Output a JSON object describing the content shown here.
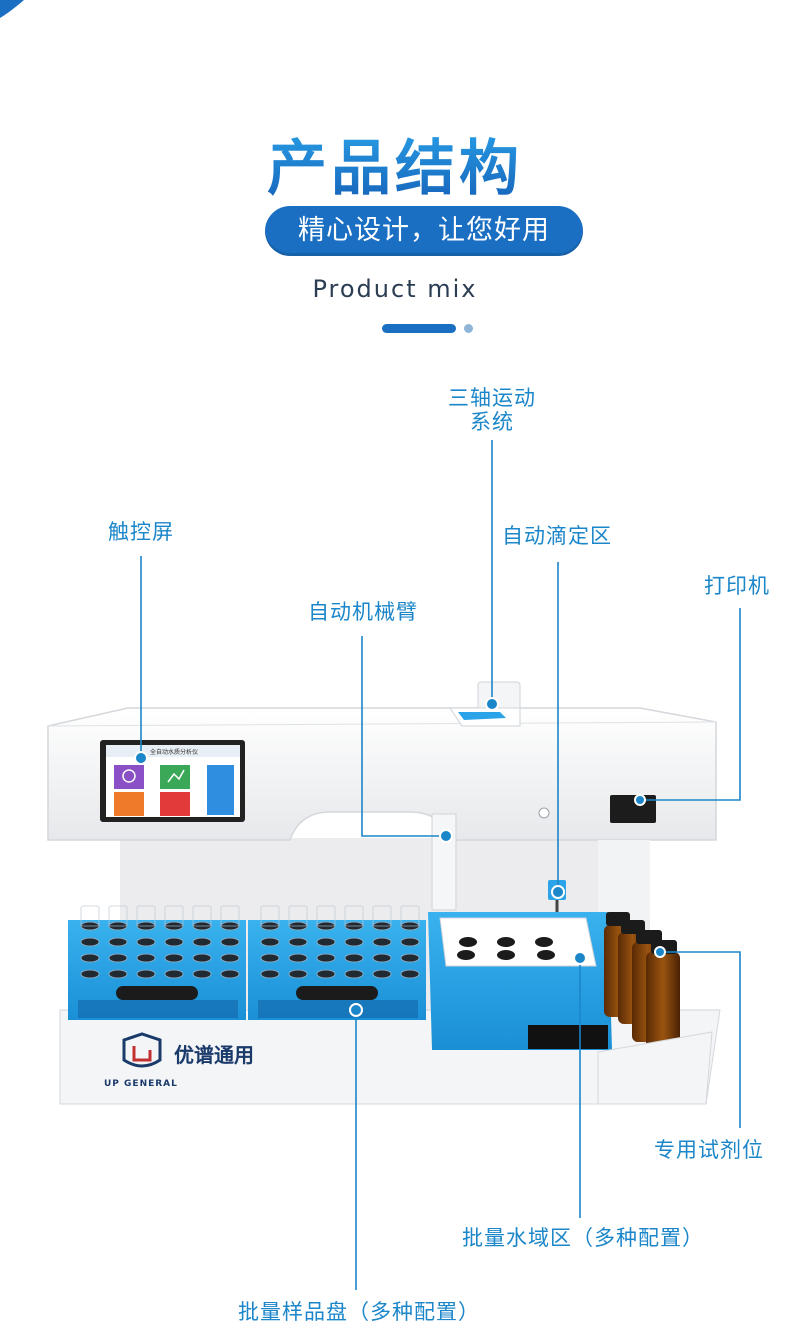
{
  "header": {
    "title": "产品结构",
    "pill": "精心设计，让您好用",
    "subtitle": "Product mix"
  },
  "labels": {
    "three_axis_line1": "三轴运动",
    "three_axis_line2": "系统",
    "touch_screen": "触控屏",
    "auto_titration": "自动滴定区",
    "printer": "打印机",
    "robot_arm": "自动机械臂",
    "reagent_position": "专用试剂位",
    "water_bath": "批量水域区（多种配置）",
    "sample_tray": "批量样品盘（多种配置）"
  },
  "screen": {
    "title": "全自动水质分析仪"
  },
  "brand": {
    "name": "优谱通用",
    "sub": "UP GENERAL"
  },
  "colors": {
    "accent": "#1a6fc2",
    "label": "#1b86c9",
    "tray_blue": "#2aa3e8",
    "machine_white": "#f2f3f5"
  }
}
